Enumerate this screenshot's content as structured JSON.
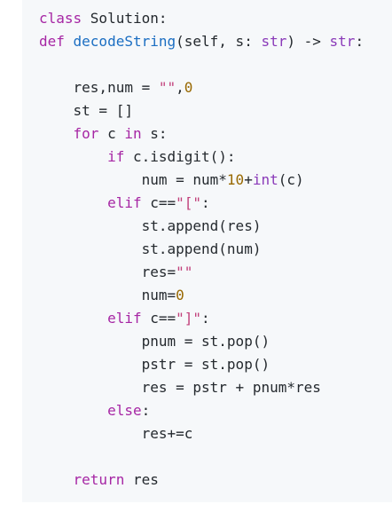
{
  "code": {
    "lines": [
      [
        {
          "t": "class ",
          "c": "kw"
        },
        {
          "t": "Solution:",
          "c": ""
        }
      ],
      [
        {
          "t": "def ",
          "c": "kw"
        },
        {
          "t": "decodeString",
          "c": "fn"
        },
        {
          "t": "(self, s: ",
          "c": ""
        },
        {
          "t": "str",
          "c": "ty"
        },
        {
          "t": ") -> ",
          "c": ""
        },
        {
          "t": "str",
          "c": "ty"
        },
        {
          "t": ":",
          "c": ""
        }
      ],
      [],
      [
        {
          "t": "    res,num = ",
          "c": ""
        },
        {
          "t": "\"\"",
          "c": "str"
        },
        {
          "t": ",",
          "c": ""
        },
        {
          "t": "0",
          "c": "num"
        }
      ],
      [
        {
          "t": "    st = []",
          "c": ""
        }
      ],
      [
        {
          "t": "    ",
          "c": ""
        },
        {
          "t": "for",
          "c": "kw"
        },
        {
          "t": " c ",
          "c": ""
        },
        {
          "t": "in",
          "c": "kw"
        },
        {
          "t": " s:",
          "c": ""
        }
      ],
      [
        {
          "t": "        ",
          "c": ""
        },
        {
          "t": "if",
          "c": "kw"
        },
        {
          "t": " c.isdigit():",
          "c": ""
        }
      ],
      [
        {
          "t": "            num = num*",
          "c": ""
        },
        {
          "t": "10",
          "c": "num"
        },
        {
          "t": "+",
          "c": ""
        },
        {
          "t": "int",
          "c": "ty"
        },
        {
          "t": "(c)",
          "c": ""
        }
      ],
      [
        {
          "t": "        ",
          "c": ""
        },
        {
          "t": "elif",
          "c": "kw"
        },
        {
          "t": " c==",
          "c": ""
        },
        {
          "t": "\"[\"",
          "c": "str"
        },
        {
          "t": ":",
          "c": ""
        }
      ],
      [
        {
          "t": "            st.append(res)",
          "c": ""
        }
      ],
      [
        {
          "t": "            st.append(num)",
          "c": ""
        }
      ],
      [
        {
          "t": "            res=",
          "c": ""
        },
        {
          "t": "\"\"",
          "c": "str"
        }
      ],
      [
        {
          "t": "            num=",
          "c": ""
        },
        {
          "t": "0",
          "c": "num"
        }
      ],
      [
        {
          "t": "        ",
          "c": ""
        },
        {
          "t": "elif",
          "c": "kw"
        },
        {
          "t": " c==",
          "c": ""
        },
        {
          "t": "\"]\"",
          "c": "str"
        },
        {
          "t": ":",
          "c": ""
        }
      ],
      [
        {
          "t": "            pnum = st.pop()",
          "c": ""
        }
      ],
      [
        {
          "t": "            pstr = st.pop()",
          "c": ""
        }
      ],
      [
        {
          "t": "            res = pstr + pnum*res",
          "c": ""
        }
      ],
      [
        {
          "t": "        ",
          "c": ""
        },
        {
          "t": "else",
          "c": "kw"
        },
        {
          "t": ":",
          "c": ""
        }
      ],
      [
        {
          "t": "            res+=c",
          "c": ""
        }
      ],
      [],
      [
        {
          "t": "    ",
          "c": ""
        },
        {
          "t": "return",
          "c": "kw"
        },
        {
          "t": " res",
          "c": ""
        }
      ]
    ]
  },
  "colors": {
    "keyword": "#a626a4",
    "function": "#1b6ec2",
    "number": "#986801",
    "string": "#c13f7a",
    "type": "#8a3ab9",
    "background": "#f6f8fa"
  }
}
